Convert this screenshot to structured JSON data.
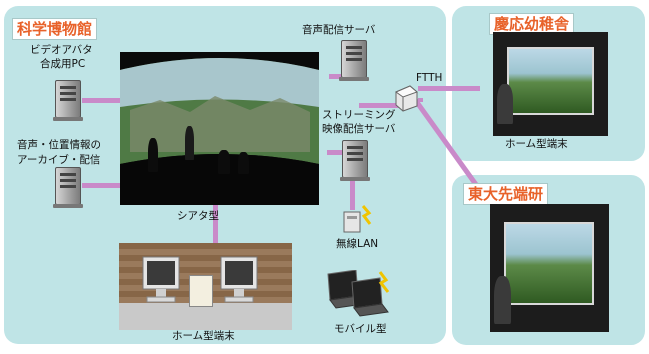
{
  "main_panel": {
    "title": "科学博物館",
    "labels": {
      "avatar_pc_line1": "ビデオアバタ",
      "avatar_pc_line2": "合成用PC",
      "archive_line1": "音声・位置情報の",
      "archive_line2": "アーカイブ・配信",
      "audio_server": "音声配信サーバ",
      "ftth": "FTTH",
      "streaming_line1": "ストリーミング",
      "streaming_line2": "映像配信サーバ",
      "wireless_lan": "無線LAN",
      "theater": "シアタ型",
      "home_terminal": "ホーム型端末",
      "mobile": "モバイル型"
    }
  },
  "remote_sites": [
    {
      "title": "慶応幼稚舎",
      "terminal_label": "ホーム型端末"
    },
    {
      "title": "東大先端研"
    }
  ],
  "icons": [
    "server-icon",
    "router-icon",
    "wireless-ap-icon",
    "laptop-icon",
    "monitor-icon"
  ],
  "colors": {
    "panel_bg": "#bfe4e6",
    "title_text": "#e8622a",
    "connection_line": "#c98ac9"
  }
}
